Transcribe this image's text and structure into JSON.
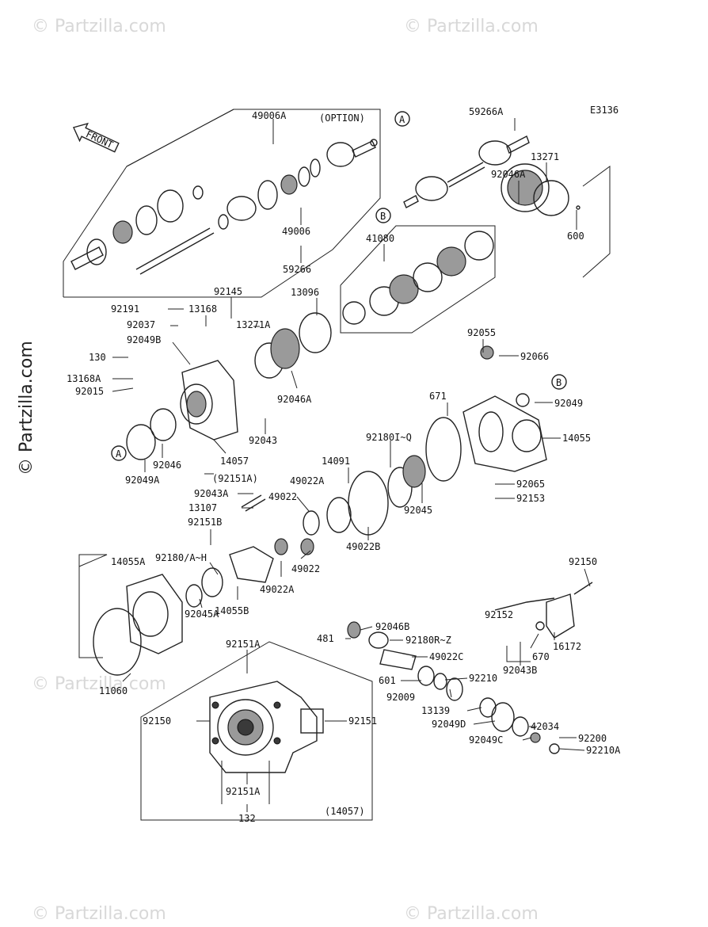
{
  "diagram_code": "E3136",
  "front_label": "FRONT",
  "option_label": "(OPTION)",
  "watermark": "© Partzilla.com",
  "ref_markers": [
    "A",
    "B"
  ],
  "labels": [
    "49006A",
    "59266A",
    "13271",
    "92046A",
    "600",
    "49006",
    "59266",
    "41080",
    "92191",
    "92145",
    "13168",
    "92037",
    "13271A",
    "13096",
    "92049B",
    "130",
    "13168A",
    "92015",
    "92046A",
    "92043",
    "92046",
    "92049A",
    "14057",
    "(92151A)",
    "92055",
    "92066",
    "92049",
    "671",
    "14055",
    "92065",
    "92153",
    "92180I~Q",
    "14091",
    "92045",
    "92043A",
    "49022A",
    "13107",
    "49022",
    "92151B",
    "49022B",
    "14055A",
    "92180/A~H",
    "49022",
    "49022A",
    "92045A",
    "14055B",
    "92150",
    "92046B",
    "481",
    "92180R~Z",
    "92152",
    "16172",
    "49022C",
    "670",
    "92043B",
    "601",
    "92210",
    "11060",
    "92009",
    "92151A",
    "13139",
    "42034",
    "92049D",
    "92200",
    "92150",
    "92151",
    "92049C",
    "92210A",
    "92151A",
    "132",
    "(14057)"
  ]
}
